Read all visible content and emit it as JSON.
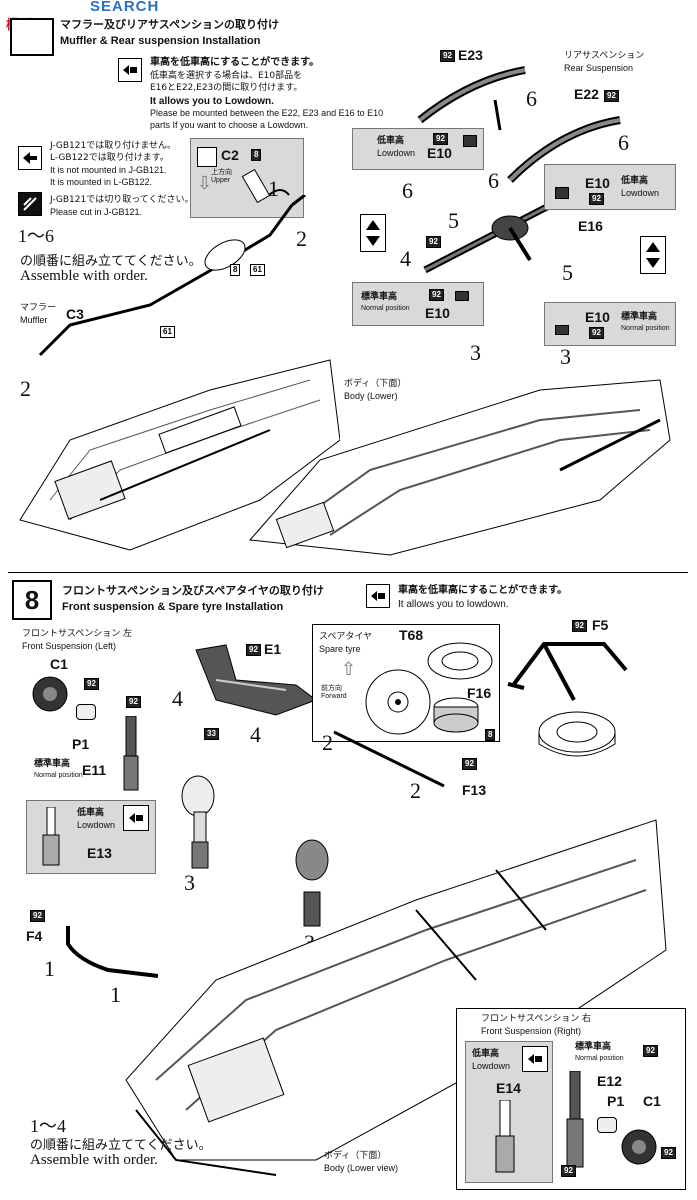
{
  "watermark": "SEARCH",
  "logo_text": "模型网",
  "step7": {
    "title_jp": "マフラー及びリアサスペンションの取り付け",
    "title_en": "Muffler & Rear suspension Installation",
    "lowdown_jp": "車高を低車高にすることができます。",
    "lowdown_jp2": "低車高を選択する場合は、E10部品を",
    "lowdown_jp3": "E16とE22,E23の間に取り付けます。",
    "lowdown_en": "It allows you to Lowdown.",
    "lowdown_en2": "Please be mounted between the E22, E23 and E16 to E10",
    "lowdown_en3": "parts If you want to choose a Lowdown.",
    "jgb_jp1": "J-GB121では取り付けません。",
    "jgb_jp2": "L-GB122では取り付けます。",
    "jgb_en1": "It is not mounted in J-GB121.",
    "jgb_en2": "It is mounted in L-GB122.",
    "cut_jp": "J-GB121では切り取ってください。",
    "cut_en": "Please cut in J-GB121.",
    "order_jp": "の順番に組み立ててください。",
    "order_range": "1〜6",
    "order_en": "Assemble with order.",
    "muffler_jp": "マフラー",
    "muffler_en": "Muffler",
    "rear_susp_jp": "リアサスペンション",
    "rear_susp_en": "Rear Suspension",
    "lowdown_label_jp": "低車高",
    "lowdown_label_en": "Lowdown",
    "normal_label_jp": "標準車高",
    "normal_label_en": "Normal position",
    "body_lower_jp": "ボディ（下面）",
    "body_lower_en": "Body (Lower)",
    "upper_jp": "上方向",
    "upper_en": "Upper",
    "parts": {
      "c2": "C2",
      "c3": "C3",
      "e23": "E23",
      "e22": "E22",
      "e10": "E10",
      "e16": "E16"
    },
    "tags": {
      "t8": "8",
      "t61": "61",
      "t92": "92"
    },
    "nums": {
      "n1": "1",
      "n2": "2",
      "n3": "3",
      "n4": "4",
      "n5": "5",
      "n6": "6"
    }
  },
  "step8": {
    "number": "8",
    "title_jp": "フロントサスペンション及びスペアタイヤの取り付け",
    "title_en": "Front suspension & Spare tyre Installation",
    "lowdown_jp": "車高を低車高にすることができます。",
    "lowdown_en": "It allows you to lowdown.",
    "front_left_jp": "フロントサスペンション 左",
    "front_left_en": "Front Suspension (Left)",
    "front_right_jp": "フロントサスペンション 右",
    "front_right_en": "Front Suspension (Right)",
    "spare_jp": "スペアタイヤ",
    "spare_en": "Spare tyre",
    "forward_jp": "前方向",
    "forward_en": "Forward",
    "lowdown_label_jp": "低車高",
    "lowdown_label_en": "Lowdown",
    "normal_label_jp": "標準車高",
    "normal_label_en": "Normal position",
    "order_range": "1〜4",
    "order_jp": "の順番に組み立ててください。",
    "order_en": "Assemble with order.",
    "body_lower_jp": "ボディ（下面）",
    "body_lower_en": "Body (Lower view)",
    "parts": {
      "c1": "C1",
      "p1": "P1",
      "e11": "E11",
      "e13": "E13",
      "e1": "E1",
      "t68": "T68",
      "f16": "F16",
      "f5": "F5",
      "f13": "F13",
      "f4": "F4",
      "e14": "E14",
      "e12": "E12"
    },
    "tags": {
      "t92": "92",
      "t33": "33",
      "t8": "8"
    }
  }
}
